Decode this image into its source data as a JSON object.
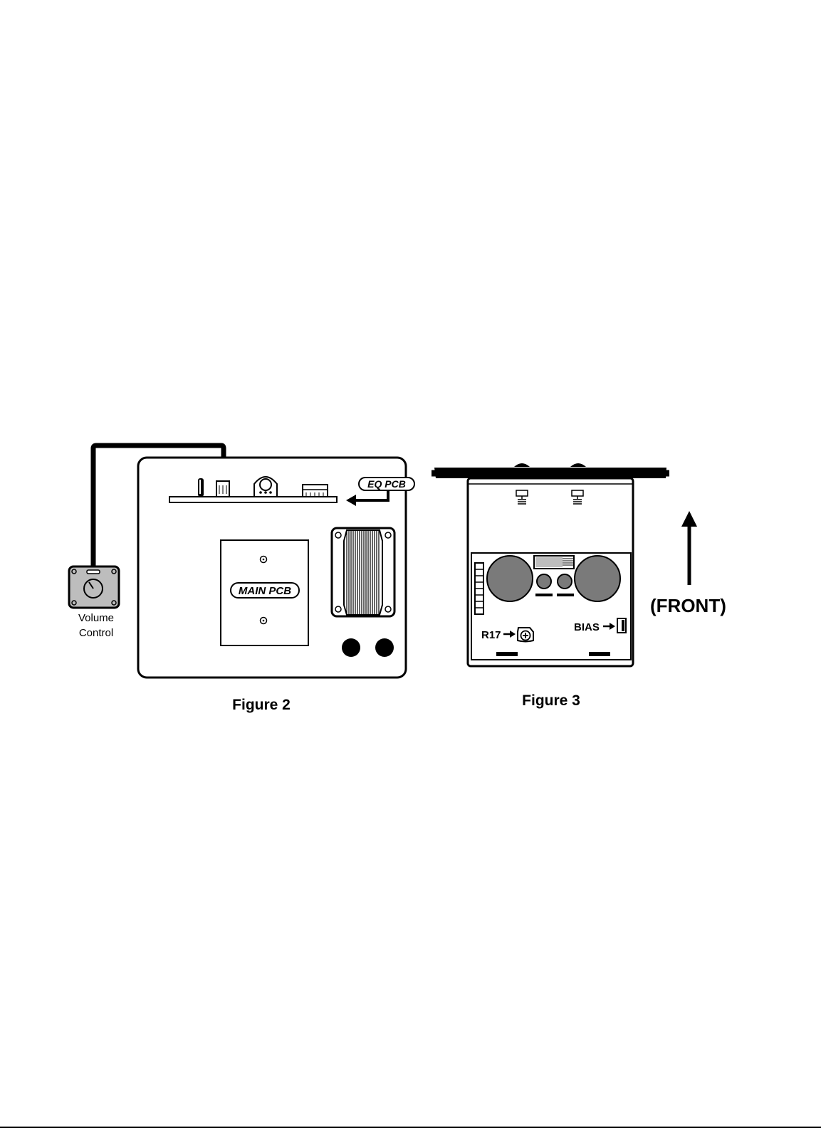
{
  "figure2": {
    "caption": "Figure 2",
    "volume_label_line1": "Volume",
    "volume_label_line2": "Control",
    "eq_pcb_label": "EQ PCB",
    "main_pcb_label": "MAIN PCB"
  },
  "figure3": {
    "caption": "Figure 3",
    "r17_label": "R17",
    "bias_label": "BIAS",
    "front_label": "(FRONT)"
  },
  "colors": {
    "ink": "#000000",
    "panel_fill": "#ffffff",
    "gray_dark": "#7a7a7a",
    "gray_light": "#bdbdbd"
  }
}
